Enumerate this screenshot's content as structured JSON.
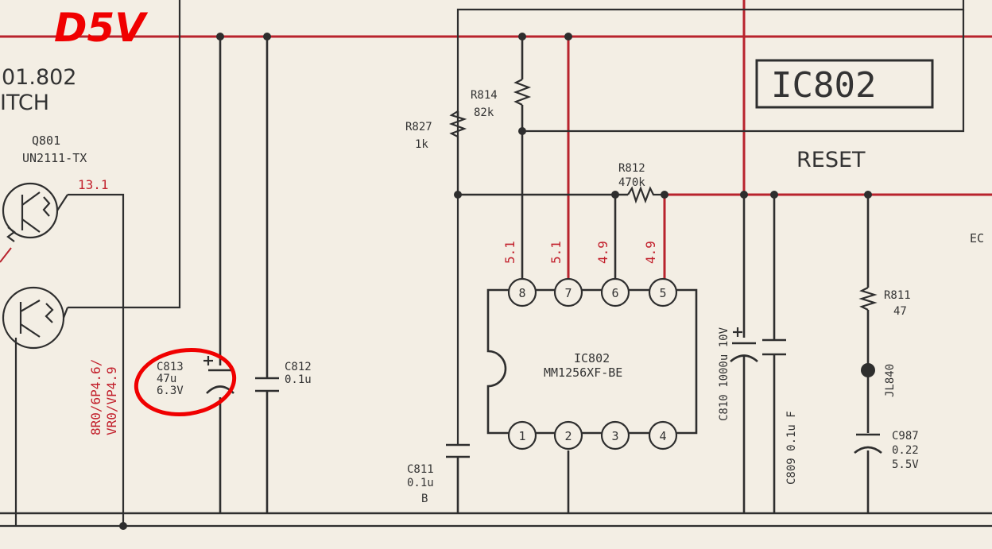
{
  "annotation": {
    "handwritten_label": "D5V"
  },
  "ic802": {
    "box_label": "IC802",
    "chip_ref": "IC802",
    "chip_part": "MM1256XF-BE",
    "function_label": "RESET",
    "pins_top": [
      "8",
      "7",
      "6",
      "5"
    ],
    "pins_bottom": [
      "1",
      "2",
      "3",
      "4"
    ],
    "pin_voltages": [
      "5.1",
      "5.1",
      "4.9",
      "4.9"
    ]
  },
  "left_block": {
    "title_line1": "01.802",
    "title_line2": "ITCH",
    "transistor_ref": "Q801",
    "transistor_part": "UN2111-TX",
    "voltage_top": "13.1",
    "voltage_side_line1": "8R0/6P4.6/",
    "voltage_side_line2": "VR0/VP4.9"
  },
  "components": {
    "c813": {
      "ref": "C813",
      "value": "47u",
      "rating": "6.3V"
    },
    "c812": {
      "ref": "C812",
      "value": "0.1u"
    },
    "c811": {
      "ref": "C811",
      "value": "0.1u",
      "type": "B"
    },
    "r827": {
      "ref": "R827",
      "value": "1k"
    },
    "r814": {
      "ref": "R814",
      "value": "82k"
    },
    "r812": {
      "ref": "R812",
      "value": "470k"
    },
    "c810": {
      "label": "C810 1000u 10V"
    },
    "c809": {
      "label": "C809 0.1u F"
    },
    "r811": {
      "ref": "R811",
      "value": "47"
    },
    "jl840": {
      "ref": "JL840"
    },
    "c987": {
      "ref": "C987",
      "value": "0.22",
      "rating": "5.5V"
    },
    "edge_label": "EC"
  },
  "colors": {
    "wire": "#2e2e2e",
    "power_trace": "#b8232d",
    "annotation": "#f00000",
    "paper": "#f3eee4"
  }
}
